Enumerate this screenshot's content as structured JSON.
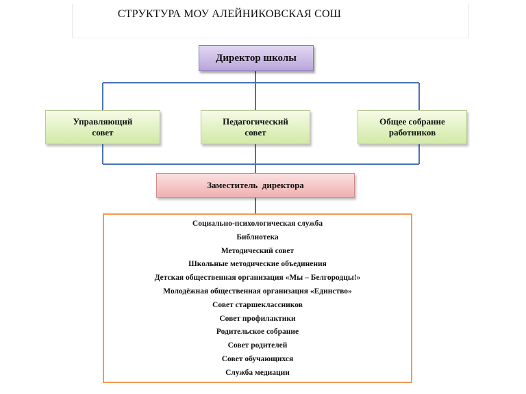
{
  "header": {
    "title": "СТРУКТУРА МОУ АЛЕЙНИКОВСКАЯ СОШ"
  },
  "director": {
    "label": "Директор школы"
  },
  "councils": [
    {
      "label": "Управляющий\nсовет"
    },
    {
      "label": "Педагогический\nсовет"
    },
    {
      "label": "Общее собрание\nработников"
    }
  ],
  "deputy": {
    "label": "Заместитель  директора"
  },
  "services": [
    {
      "label": "Социально-психологическая служба"
    },
    {
      "label": "Библиотека"
    },
    {
      "label": "Методический совет"
    },
    {
      "label": "Школьные методические объединения"
    },
    {
      "label": "Детская общественная организация «Мы – Белгородцы!»"
    },
    {
      "label": "Молодёжная общественная организация «Единство»"
    },
    {
      "label": "Совет старшеклассников"
    },
    {
      "label": "Совет профилактики"
    },
    {
      "label": "Родительское собрание"
    },
    {
      "label": "Совет родителей"
    },
    {
      "label": "Совет обучающихся"
    },
    {
      "label": "Служба медиации"
    }
  ],
  "colors": {
    "connector": "#4a72b8",
    "services_border": "#f29a55"
  }
}
